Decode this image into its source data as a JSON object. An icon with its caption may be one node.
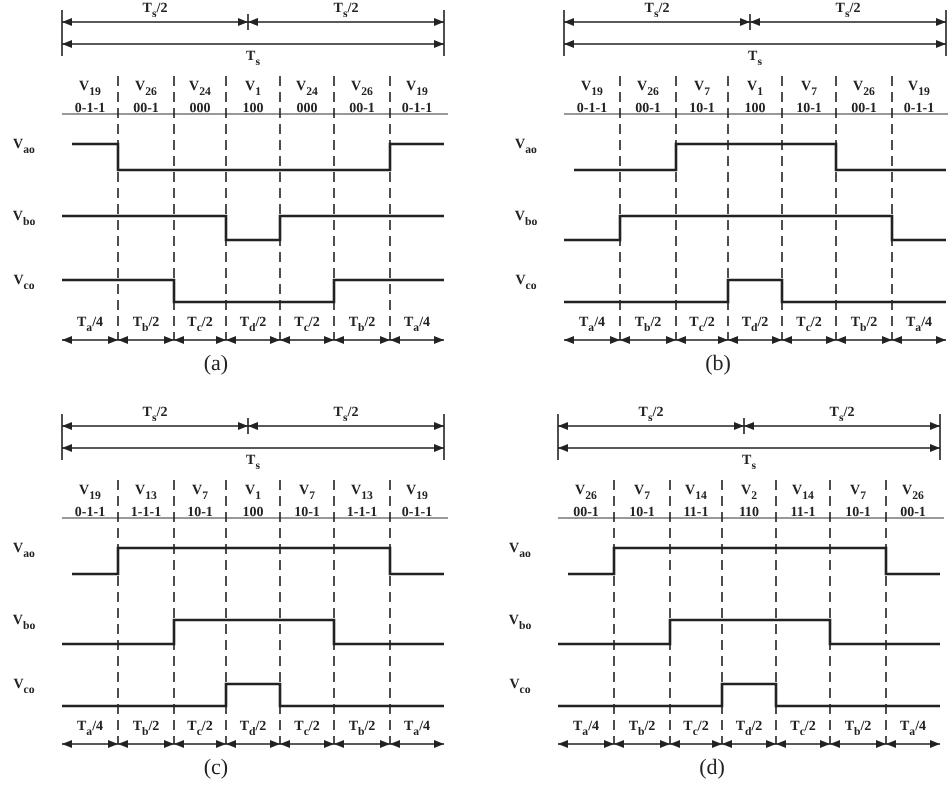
{
  "diagram": {
    "labels": [
      "T$_{s}$/2",
      "T$_{s}$/2",
      "T$_{s}$",
      "V$_{19}$ 0-1-1",
      "V$_{26}$ 00-1",
      "V$_{24}$ 000",
      "V$_{1}$ 100",
      "V$_{24}$ 000",
      "V$_{26}$ 00-1",
      "V$_{19}$ 0-1-1",
      "V$_{ao}$",
      "V$_{bo}$",
      "V$_{co}$",
      "T$_{a}$/4",
      "T$_{b}$/2",
      "T$_{c}$/2",
      "T$_{d}$/2",
      "T$_{c}$/2",
      "T$_{b}$/2",
      "T$_{a}$/4",
      "(a)",
      "T$_{s}$/2",
      "T$_{s}$/2",
      "T$_{s}$",
      "V$_{19}$ 0-1-1",
      "V$_{26}$ 00-1",
      "V$_{7}$ 10-1",
      "V$_{1}$ 100",
      "V$_{7}$ 10-1",
      "V$_{26}$ 00-1",
      "V$_{19}$ 0-1-1",
      "V$_{ao}$",
      "V$_{bo}$",
      "V$_{co}$",
      "T$_{a}$/4",
      "T$_{b}$/2",
      "T$_{c}$/2",
      "T$_{d}$/2",
      "T$_{c}$/2",
      "T$_{b}$/2",
      "T$_{a}$/4",
      "(b)",
      "T$_{s}$/2",
      "T$_{s}$/2",
      "T$_{s}$",
      "V$_{19}$ 0-1-1",
      "V$_{13}$ 1-1-1",
      "V$_{7}$ 10-1",
      "V$_{1}$ 100",
      "V$_{7}$ 10-1",
      "V$_{13}$ 1-1-1",
      "V$_{19}$ 0-1-1",
      "V$_{ao}$",
      "V$_{bo}$",
      "V$_{co}$",
      "T$_{a}$/4",
      "T$_{b}$/2",
      "T$_{c}$/2",
      "T$_{d}$/2",
      "T$_{c}$/2",
      "T$_{b}$/2",
      "T$_{a}$/4",
      "(c)",
      "T$_{s}$/2",
      "T$_{s}$/2",
      "T$_{s}$",
      "V$_{26}$ 00-1",
      "V$_{7}$ 10-1",
      "V$_{14}$ 11-1",
      "V$_{2}$ 110",
      "V$_{14}$ 11-1",
      "V$_{7}$ 10-1",
      "V$_{26}$ 00-1",
      "V$_{ao}$",
      "V$_{bo}$",
      "V$_{co}$",
      "T$_{a}$/4",
      "T$_{b}$/2",
      "T$_{c}$/2",
      "T$_{d}$/2",
      "T$_{c}$/2",
      "T$_{b}$/2",
      "T$_{a}$/4",
      "(d)"
    ]
  }
}
